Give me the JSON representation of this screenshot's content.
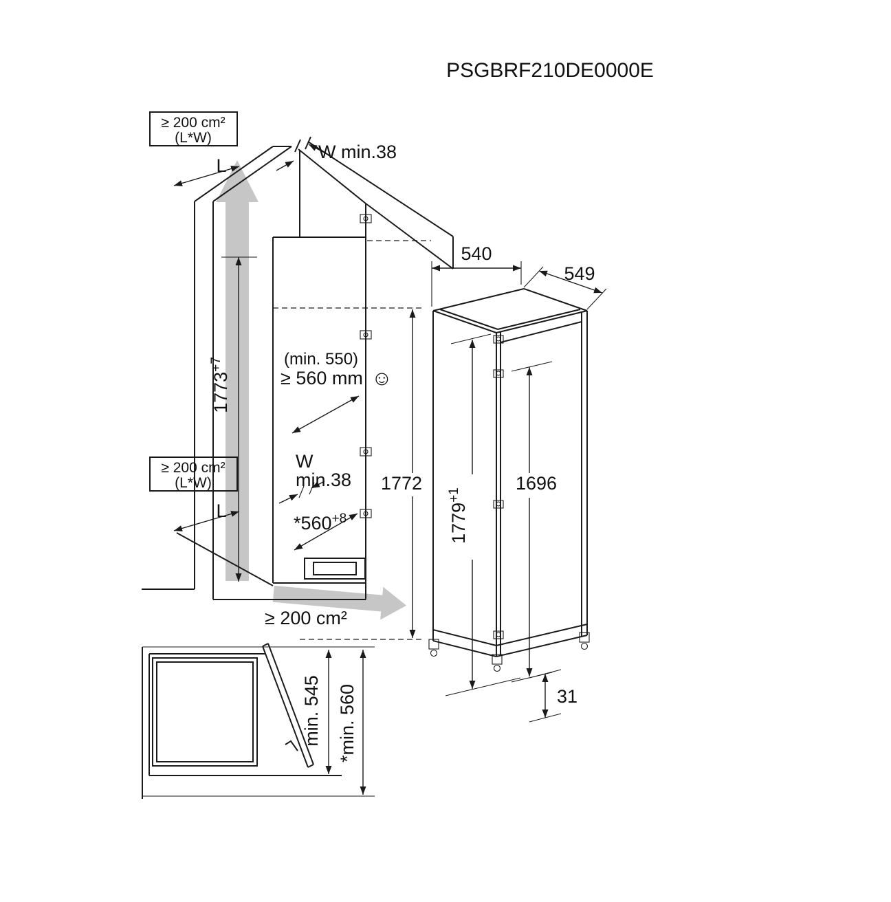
{
  "title": "PSGBRF210DE0000E",
  "colors": {
    "line": "#1a1a1a",
    "airflow_gray": "#c6c6c6"
  },
  "niche": {
    "vent_top": {
      "line1": "≥ 200 cm²",
      "line2": "(L*W)"
    },
    "vent_mid": {
      "line1": "≥ 200 cm²",
      "line2": "(L*W)"
    },
    "length_top": "L",
    "length_bottom": "L",
    "wall_top": "W min.38",
    "wall_mid_l1": "W",
    "wall_mid_l2": "min.38",
    "depth_note": "(min. 550)",
    "depth_min": "≥ 560 mm",
    "smiley": "☺",
    "height": {
      "value": "1773",
      "tol": "+7"
    },
    "appliance_height": "1772",
    "base_depth": {
      "value": "*560",
      "tol": "+8"
    },
    "vent_bottom": "≥ 200 cm²"
  },
  "appliance": {
    "width": "540",
    "depth": "549",
    "height": {
      "value": "1779",
      "tol": "+1"
    },
    "door_height": "1696",
    "plinth": "31"
  },
  "plan": {
    "depth_min": "min. 545",
    "depth_min_star": "*min. 560"
  }
}
